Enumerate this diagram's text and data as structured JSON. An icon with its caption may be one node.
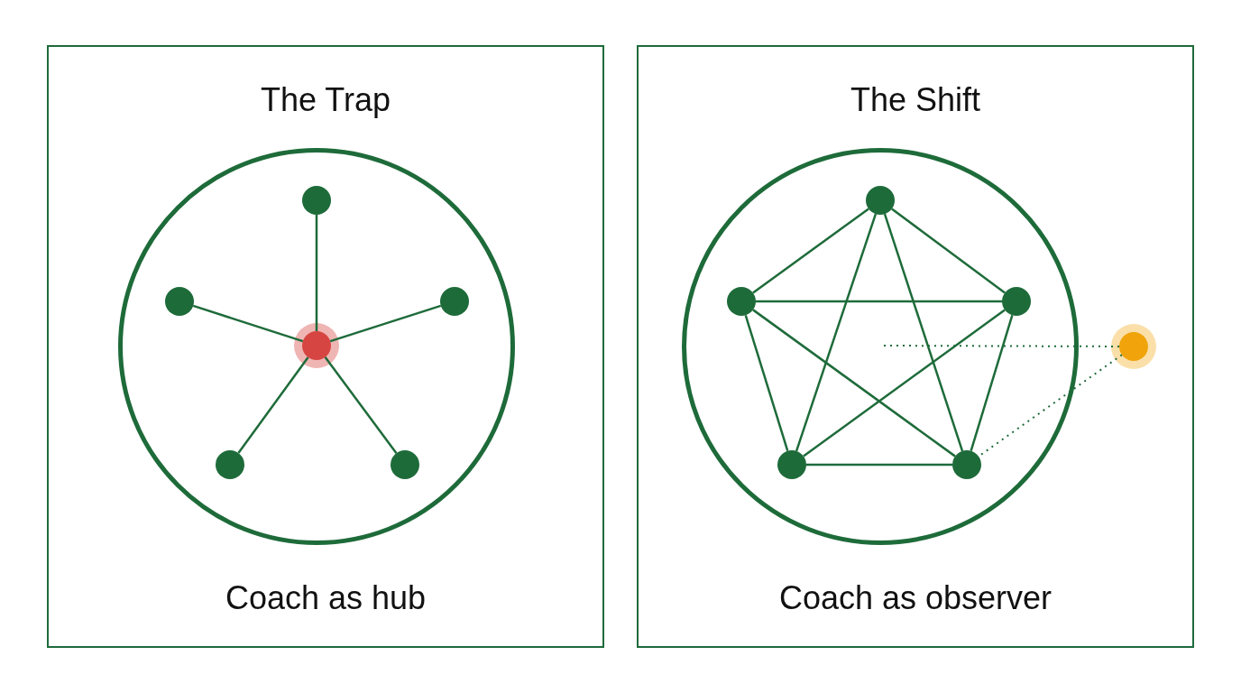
{
  "diagram": {
    "nodes": [
      {
        "text": [
          "The Trap",
          "Coach as hub"
        ]
      },
      {
        "text": [],
        "shape": "circle",
        "in": 0
      },
      {
        "text": [],
        "shape": "circle",
        "in": 1
      },
      {
        "text": [],
        "shape": "circle",
        "in": 1
      },
      {
        "text": [],
        "shape": "circle",
        "in": 1
      },
      {
        "text": [],
        "shape": "circle",
        "in": 1
      },
      {
        "text": [],
        "shape": "circle",
        "in": 1
      },
      {
        "text": [],
        "shape": "circle",
        "in": 1
      },
      {
        "text": [
          "The Shift",
          "Coach as observer"
        ]
      },
      {
        "text": [],
        "shape": "circle",
        "in": 8
      },
      {
        "text": [],
        "shape": "circle",
        "in": 9
      },
      {
        "text": [],
        "shape": "circle",
        "in": 9
      },
      {
        "text": [],
        "shape": "circle",
        "in": 9
      },
      {
        "text": [],
        "shape": "circle",
        "in": 9
      },
      {
        "text": [],
        "shape": "circle",
        "in": 9
      },
      {
        "text": [],
        "shape": "circle",
        "in": 8
      }
    ],
    "edges": [
      {
        "from": 7,
        "to": 2,
        "arrow": "none"
      },
      {
        "from": 7,
        "to": 3,
        "arrow": "none"
      },
      {
        "from": 7,
        "to": 4,
        "arrow": "none"
      },
      {
        "from": 7,
        "to": 5,
        "arrow": "none"
      },
      {
        "from": 7,
        "to": 6,
        "arrow": "none"
      },
      {
        "from": 10,
        "to": 11,
        "arrow": "none"
      },
      {
        "from": 10,
        "to": 12,
        "arrow": "none"
      },
      {
        "from": 10,
        "to": 13,
        "arrow": "none"
      },
      {
        "from": 10,
        "to": 14,
        "arrow": "none"
      },
      {
        "from": 11,
        "to": 12,
        "arrow": "none"
      },
      {
        "from": 11,
        "to": 13,
        "arrow": "none"
      },
      {
        "from": 11,
        "to": 14,
        "arrow": "none"
      },
      {
        "from": 12,
        "to": 13,
        "arrow": "none"
      },
      {
        "from": 12,
        "to": 14,
        "arrow": "none"
      },
      {
        "from": 13,
        "to": 14,
        "arrow": "none"
      },
      {
        "from": 15,
        "to": null,
        "arrow": "none",
        "style": "dashed"
      },
      {
        "from": 15,
        "to": 14,
        "arrow": "none",
        "style": "dashed"
      }
    ]
  }
}
